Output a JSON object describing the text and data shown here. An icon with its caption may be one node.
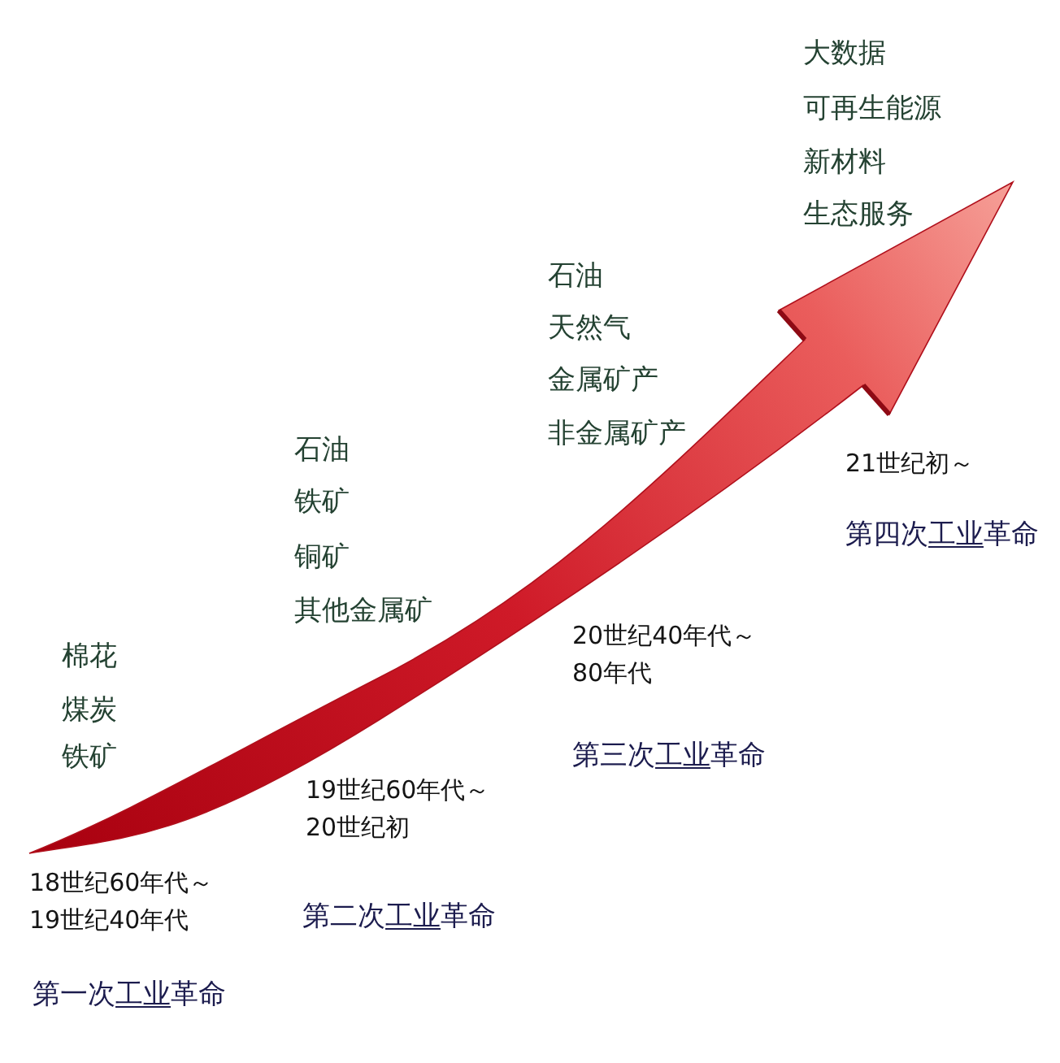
{
  "diagram": {
    "labels": [
      "棉花",
      "煤炭",
      "铁矿",
      "18世纪60年代～19世纪40年代",
      "第一次工业革命",
      "石油",
      "铁矿",
      "铜矿",
      "其他金属矿",
      "19世纪60年代～20世纪初",
      "第二次工业革命",
      "石油",
      "天然气",
      "金属矿产",
      "非金属矿产",
      "20世纪40年代～80年代",
      "第三次工业革命",
      "大数据",
      "可再生能源",
      "新材料",
      "生态服务",
      "21世纪初～",
      "第四次工业革命"
    ]
  }
}
